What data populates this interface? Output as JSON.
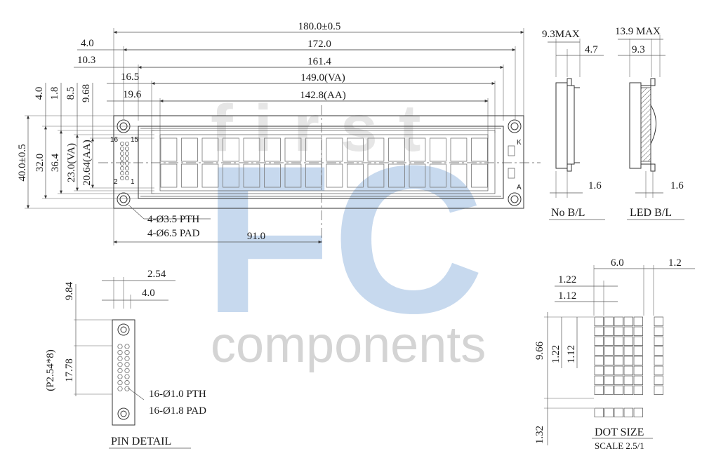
{
  "watermark": {
    "brand_top": "first",
    "brand_mid": "FC",
    "brand_bottom": "components",
    "colors": {
      "brand_blue": "#c7d9ee",
      "grey": "#d4d4d4"
    }
  },
  "top_dims": {
    "overall": "180.0±0.5",
    "d172": "172.0",
    "d4": "4.0",
    "d161": "161.4",
    "d10": "10.3",
    "d149": "149.0(VA)",
    "d16": "16.5",
    "d142": "142.8(AA)",
    "d19": "19.6"
  },
  "left_dims": {
    "overall": "40.0±0.5",
    "d32": "32.0",
    "d36": "36.4",
    "d23": "23.0(VA)",
    "d20": "20.64(AA)",
    "d4": "4.0",
    "d18": "1.8",
    "d85": "8.5",
    "d968": "9.68"
  },
  "front_labels": {
    "pin_16": "16",
    "pin_15": "15",
    "pin_2": "2",
    "pin_1": "1",
    "k": "K",
    "a": "A",
    "mount_pth": "4-Ø3.5 PTH",
    "mount_pad": "4-Ø6.5 PAD",
    "half_width": "91.0"
  },
  "side_views": {
    "no_bl_max": "9.3MAX",
    "no_bl_47": "4.7",
    "no_bl_16": "1.6",
    "no_bl_label": "No B/L",
    "led_bl_max": "13.9 MAX",
    "led_bl_93": "9.3",
    "led_bl_16": "1.6",
    "led_bl_label": "LED B/L"
  },
  "pin_detail": {
    "pitch": "2.54",
    "d40": "4.0",
    "d984": "9.84",
    "d1778": "17.78",
    "pitch_total": "(P2.54*8)",
    "pth": "16-Ø1.0 PTH",
    "pad": "16-Ø1.8 PAD",
    "title": "PIN DETAIL"
  },
  "dot_detail": {
    "d60": "6.0",
    "d12": "1.2",
    "d122": "1.22",
    "d112": "1.12",
    "v966": "9.66",
    "v122": "1.22",
    "v112": "1.12",
    "v132": "1.32",
    "title": "DOT SIZE",
    "scale": "SCALE 2.5/1"
  }
}
